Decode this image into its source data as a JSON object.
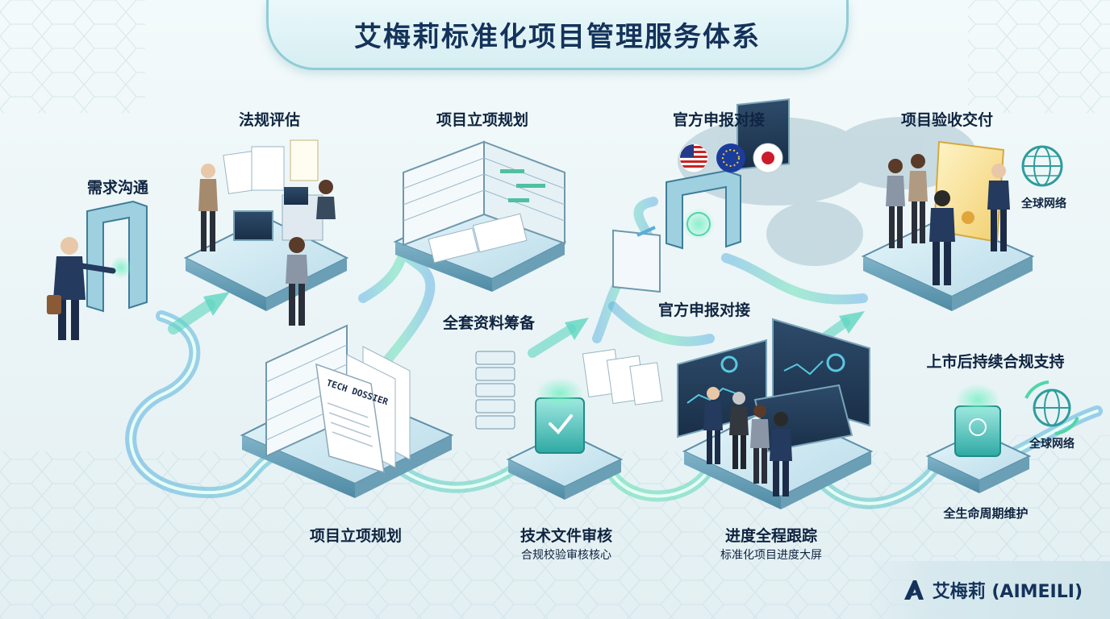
{
  "title": "艾梅莉标准化项目管理服务体系",
  "labels": {
    "step_demand": "需求沟通",
    "step_regulation": "法规评估",
    "step_planning_top": "项目立项规划",
    "step_official_top": "官方申报对接",
    "step_acceptance": "项目验收交付",
    "step_documents": "全套资料筹备",
    "step_official_mid": "官方申报对接",
    "step_postmarket": "上市后持续合规支持",
    "step_planning_bottom": "项目立项规划",
    "step_review": "技术文件审核",
    "step_review_sub": "合规校验审核核心",
    "step_progress": "进度全程跟踪",
    "step_progress_sub": "标准化项目进度大屏",
    "step_lifecycle": "全生命周期维护",
    "global_network_top": "全球网络",
    "global_network_bottom": "全球网络",
    "dossier_text": "TECH DOSSIER"
  },
  "flags": [
    "us-flag",
    "eu-flag",
    "japan-flag"
  ],
  "brand": {
    "name": "艾梅莉 (AIMEILI)"
  },
  "colors": {
    "title_navy": "#14325a",
    "flow_green": "#5fe0a8",
    "flow_blue": "#5aaed8",
    "platform_blue": "#c7e4ef",
    "platform_edge": "#5c8ea8"
  }
}
